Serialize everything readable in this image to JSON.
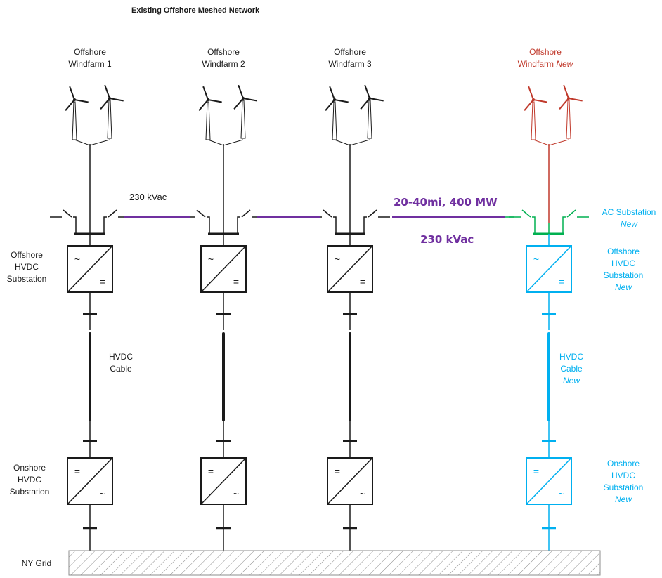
{
  "title": "Existing Offshore Meshed Network",
  "colors": {
    "black": "#1a1a1a",
    "purple": "#7030a0",
    "red": "#c0392b",
    "green": "#00b050",
    "cyan": "#00b0f0"
  },
  "windfarms": [
    {
      "line1": "Offshore",
      "line2": "Windfarm 1",
      "line2_italic": ""
    },
    {
      "line1": "Offshore",
      "line2": "Windfarm 2",
      "line2_italic": ""
    },
    {
      "line1": "Offshore",
      "line2": "Windfarm 3",
      "line2_italic": ""
    },
    {
      "line1": "Offshore",
      "line2": "Windfarm ",
      "line2_italic": "New"
    }
  ],
  "labels": {
    "ac_link_1": "230 kVac",
    "ac_link_3_top": "20-40mi, 400 MW",
    "ac_link_3_bottom": "230 kVac",
    "ac_substation": "AC Substation",
    "ac_substation_new": "New",
    "offshore_substation": [
      "Offshore",
      "HVDC",
      "Substation"
    ],
    "offshore_substation_new": [
      "Offshore",
      "HVDC",
      "Substation",
      "New"
    ],
    "hvdc_cable": [
      "HVDC",
      "Cable"
    ],
    "hvdc_cable_new": [
      "HVDC",
      "Cable",
      "New"
    ],
    "onshore_substation": [
      "Onshore",
      "HVDC",
      "Substation"
    ],
    "onshore_substation_new": [
      "Onshore",
      "HVDC",
      "Substation",
      "New"
    ],
    "grid": "NY Grid"
  },
  "symbols": {
    "ac": "~",
    "dc": "="
  }
}
